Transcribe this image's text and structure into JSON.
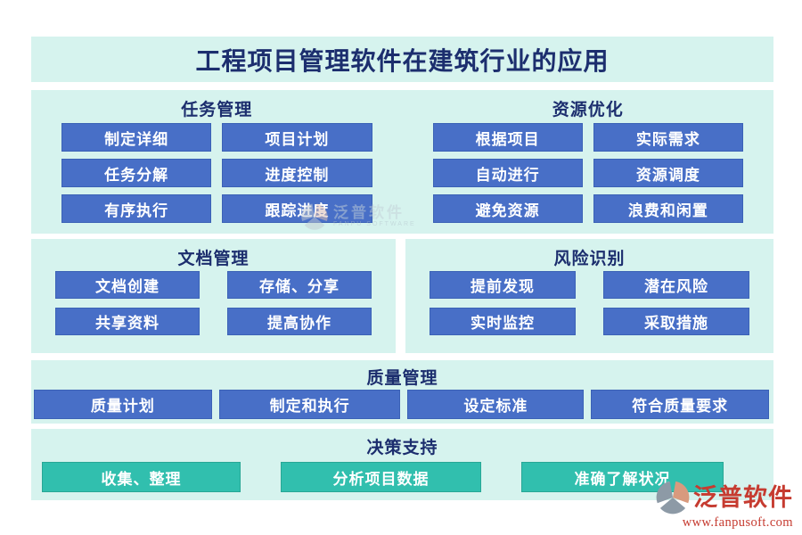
{
  "title": "工程项目管理软件在建筑行业的应用",
  "sections": {
    "task": {
      "header": "任务管理",
      "buttons": [
        "制定详细",
        "项目计划",
        "任务分解",
        "进度控制",
        "有序执行",
        "跟踪进度"
      ]
    },
    "resource": {
      "header": "资源优化",
      "buttons": [
        "根据项目",
        "实际需求",
        "自动进行",
        "资源调度",
        "避免资源",
        "浪费和闲置"
      ]
    },
    "document": {
      "header": "文档管理",
      "buttons": [
        "文档创建",
        "存储、分享",
        "共享资料",
        "提高协作"
      ]
    },
    "risk": {
      "header": "风险识别",
      "buttons": [
        "提前发现",
        "潜在风险",
        "实时监控",
        "采取措施"
      ]
    },
    "quality": {
      "header": "质量管理",
      "buttons": [
        "质量计划",
        "制定和执行",
        "设定标准",
        "符合质量要求"
      ]
    },
    "decision": {
      "header": "决策支持",
      "buttons": [
        "收集、整理",
        "分析项目数据",
        "准确了解状况"
      ]
    }
  },
  "watermark": {
    "name": "泛普软件",
    "tagline": "FANPU SOFTWARE"
  },
  "footer": {
    "brand": "泛普软件",
    "website": "www.fanpusoft.com"
  },
  "colors": {
    "panel_bg": "#d6f3ee",
    "button_blue": "#486fc7",
    "button_teal": "#31bfae",
    "heading_navy": "#1c2e6e",
    "brand_red": "#c63b30"
  }
}
